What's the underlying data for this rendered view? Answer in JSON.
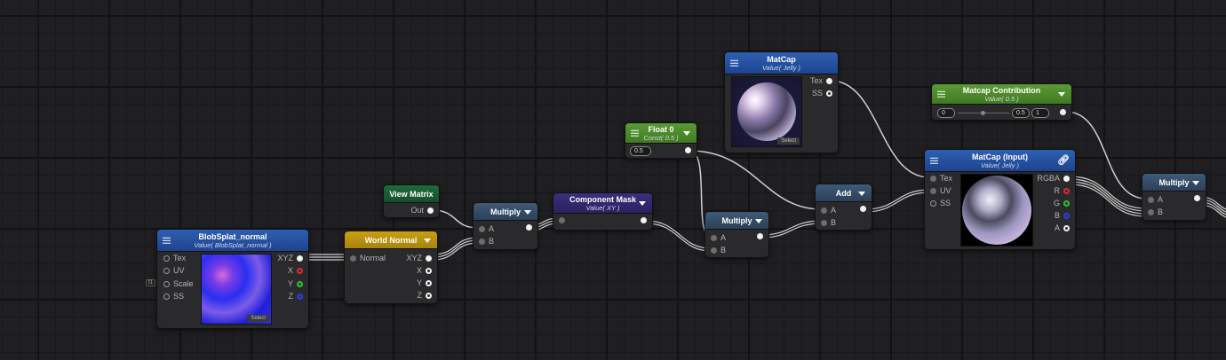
{
  "canvas": {
    "background": "#1f1f22",
    "grid_major": 80,
    "grid_minor": 20
  },
  "nodes": {
    "blobsplat": {
      "title": "BlobSplat_normal",
      "subtitle": "Value( BlobSplat_normal )",
      "header_color": "#2e5fb0",
      "inputs": [
        "Tex",
        "UV",
        "Scale",
        "SS"
      ],
      "outputs": [
        "XYZ",
        "X",
        "Y",
        "Z"
      ],
      "select_label": "Select",
      "tag": "f1"
    },
    "view_matrix": {
      "title": "View Matrix",
      "header_color": "#1f6a3a",
      "outputs": [
        "Out"
      ]
    },
    "world_normal": {
      "title": "World Normal",
      "header_color": "#c7a012",
      "inputs": [
        "Normal"
      ],
      "outputs": [
        "XYZ",
        "X",
        "Y",
        "Z"
      ]
    },
    "multiply1": {
      "title": "Multiply",
      "header_color": "#3f5a78",
      "inputs": [
        "A",
        "B"
      ]
    },
    "component_mask": {
      "title": "Component Mask",
      "subtitle": "Value( XY )",
      "header_color": "#3a2f7a"
    },
    "float0": {
      "title": "Float 0",
      "subtitle": "Const( 0.5 )",
      "header_color": "#5a9a34",
      "value": "0.5"
    },
    "multiply2": {
      "title": "Multiply",
      "header_color": "#3f5a78",
      "inputs": [
        "A",
        "B"
      ]
    },
    "matcap": {
      "title": "MatCap",
      "subtitle": "Value( Jelly )",
      "header_color": "#2e5fb0",
      "outputs": [
        "Tex",
        "SS"
      ],
      "select_label": "Select"
    },
    "add": {
      "title": "Add",
      "header_color": "#3f5a78",
      "inputs": [
        "A",
        "B"
      ]
    },
    "matcap_contribution": {
      "title": "Matcap Contribution",
      "subtitle": "Value( 0.5 )",
      "header_color": "#5a9a34",
      "min": "0",
      "value": "0.5",
      "max": "1"
    },
    "matcap_input": {
      "title": "MatCap (Input)",
      "subtitle": "Value( Jelly )",
      "header_color": "#2e5fb0",
      "inputs": [
        "Tex",
        "UV",
        "SS"
      ],
      "outputs": [
        "RGBA",
        "R",
        "G",
        "B",
        "A"
      ]
    },
    "multiply3": {
      "title": "Multiply",
      "header_color": "#3f5a78",
      "inputs": [
        "A",
        "B"
      ]
    }
  }
}
